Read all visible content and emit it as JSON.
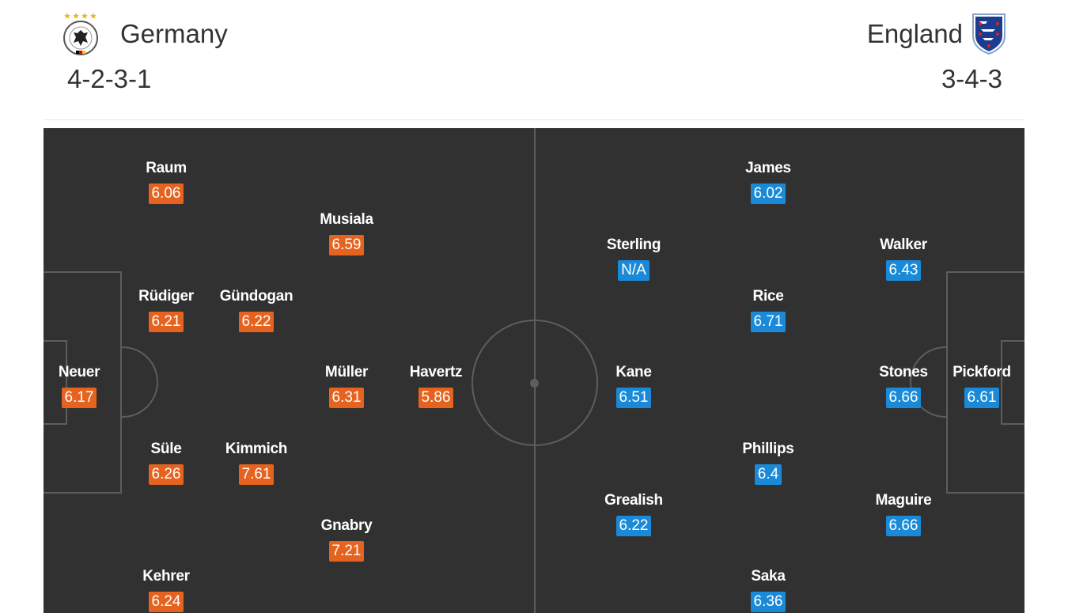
{
  "home": {
    "name": "Germany",
    "formation": "4-2-3-1",
    "rating_color": "#e5631f",
    "crest_icon": "germany-crest-icon",
    "players": [
      {
        "name": "Neuer",
        "rating": "6.17"
      },
      {
        "name": "Raum",
        "rating": "6.06"
      },
      {
        "name": "Rüdiger",
        "rating": "6.21"
      },
      {
        "name": "Süle",
        "rating": "6.26"
      },
      {
        "name": "Kehrer",
        "rating": "6.24"
      },
      {
        "name": "Gündogan",
        "rating": "6.22"
      },
      {
        "name": "Kimmich",
        "rating": "7.61"
      },
      {
        "name": "Musiala",
        "rating": "6.59"
      },
      {
        "name": "Müller",
        "rating": "6.31"
      },
      {
        "name": "Gnabry",
        "rating": "7.21"
      },
      {
        "name": "Havertz",
        "rating": "5.86"
      }
    ]
  },
  "away": {
    "name": "England",
    "formation": "3-4-3",
    "rating_color": "#1a8ad8",
    "crest_icon": "england-crest-icon",
    "players": [
      {
        "name": "Pickford",
        "rating": "6.61"
      },
      {
        "name": "Walker",
        "rating": "6.43"
      },
      {
        "name": "Stones",
        "rating": "6.66"
      },
      {
        "name": "Maguire",
        "rating": "6.66"
      },
      {
        "name": "James",
        "rating": "6.02"
      },
      {
        "name": "Rice",
        "rating": "6.71"
      },
      {
        "name": "Phillips",
        "rating": "6.4"
      },
      {
        "name": "Saka",
        "rating": "6.36"
      },
      {
        "name": "Sterling",
        "rating": "N/A"
      },
      {
        "name": "Kane",
        "rating": "6.51"
      },
      {
        "name": "Grealish",
        "rating": "6.22"
      }
    ]
  }
}
